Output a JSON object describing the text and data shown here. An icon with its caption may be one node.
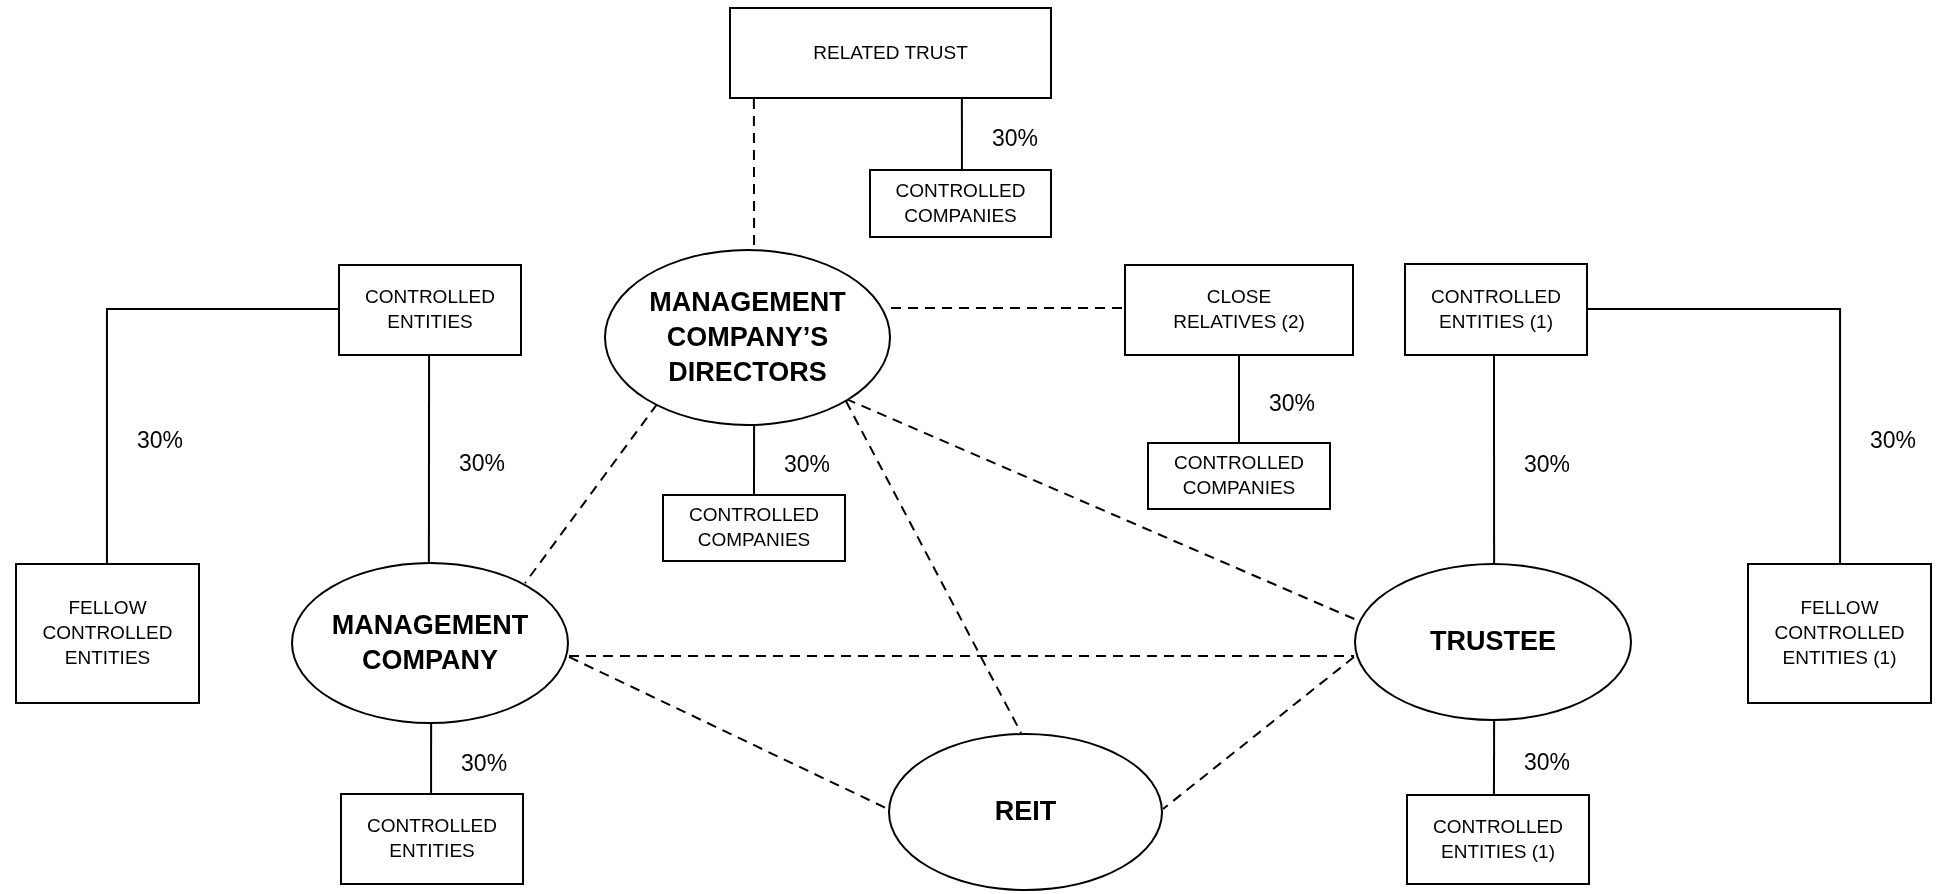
{
  "diagram": {
    "nodes": [
      {
        "text": [
          "RELATED TRUST"
        ]
      },
      {
        "text": [
          "CONTROLLED COMPANIES"
        ]
      },
      {
        "text": [
          "MANAGEMENT COMPANY’S DIRECTORS"
        ]
      },
      {
        "text": [
          "CONTROLLED ENTITIES"
        ]
      },
      {
        "text": [
          "CLOSE RELATIVES (2)"
        ]
      },
      {
        "text": [
          "CONTROLLED ENTITIES (1)"
        ]
      },
      {
        "text": [
          "CONTROLLED COMPANIES"
        ]
      },
      {
        "text": [
          "CONTROLLED COMPANIES"
        ]
      },
      {
        "text": [
          "FELLOW CONTROLLED ENTITIES"
        ]
      },
      {
        "text": [
          "MANAGEMENT COMPANY"
        ]
      },
      {
        "text": [
          "TRUSTEE"
        ]
      },
      {
        "text": [
          "FELLOW CONTROLLED ENTITIES (1)"
        ]
      },
      {
        "text": [
          "CONTROLLED ENTITIES"
        ]
      },
      {
        "text": [
          "REIT"
        ]
      },
      {
        "text": [
          "CONTROLLED ENTITIES (1)"
        ]
      }
    ],
    "edges": [
      {
        "from": 0,
        "to": 1,
        "arrow": "none",
        "label": "30%"
      },
      {
        "from": 0,
        "to": 2,
        "arrow": "none",
        "style": "dashed"
      },
      {
        "from": 2,
        "to": 6,
        "arrow": "none",
        "label": "30%"
      },
      {
        "from": 2,
        "to": 4,
        "arrow": "none",
        "style": "dashed"
      },
      {
        "from": 4,
        "to": 7,
        "arrow": "none",
        "label": "30%"
      },
      {
        "from": 3,
        "to": 8,
        "arrow": "none",
        "label": "30%"
      },
      {
        "from": 3,
        "to": 9,
        "arrow": "none",
        "label": "30%"
      },
      {
        "from": 5,
        "to": 10,
        "arrow": "none",
        "label": "30%"
      },
      {
        "from": 5,
        "to": 11,
        "arrow": "none",
        "label": "30%"
      },
      {
        "from": 2,
        "to": 9,
        "arrow": "none",
        "style": "dashed"
      },
      {
        "from": 2,
        "to": 13,
        "arrow": "none",
        "style": "dashed"
      },
      {
        "from": 2,
        "to": 10,
        "arrow": "none",
        "style": "dashed"
      },
      {
        "from": 9,
        "to": 10,
        "arrow": "none",
        "style": "dashed"
      },
      {
        "from": 9,
        "to": 13,
        "arrow": "none",
        "style": "dashed"
      },
      {
        "from": 10,
        "to": 13,
        "arrow": "none",
        "style": "dashed"
      },
      {
        "from": 9,
        "to": 12,
        "arrow": "none",
        "label": "30%"
      },
      {
        "from": 10,
        "to": 14,
        "arrow": "none",
        "label": "30%"
      }
    ]
  }
}
